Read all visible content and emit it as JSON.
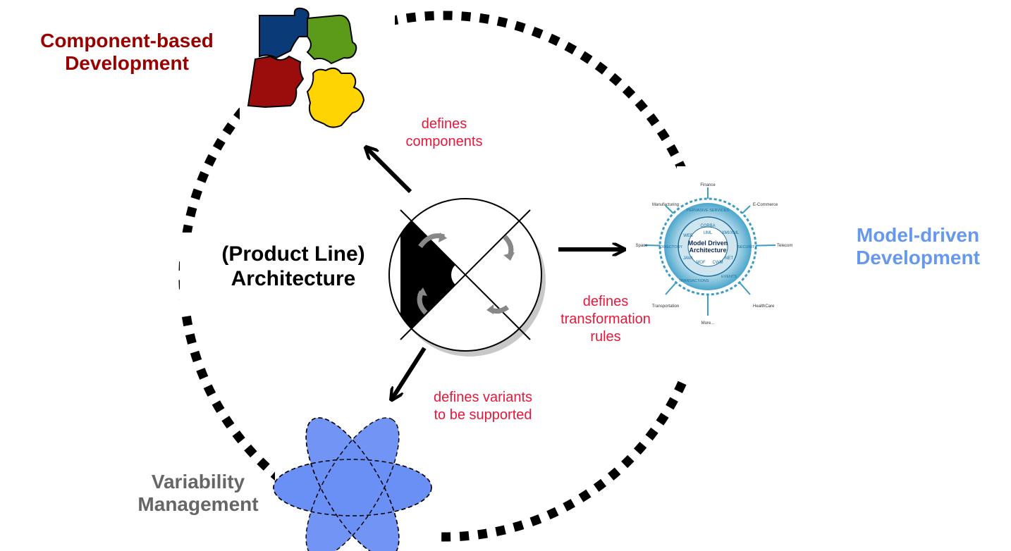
{
  "nodes": {
    "component_based": {
      "line1": "Component-based",
      "line2": "Development"
    },
    "model_driven": {
      "line1": "Model-driven",
      "line2": "Development"
    },
    "variability": {
      "line1": "Variability",
      "line2": "Management"
    },
    "architecture": {
      "line1": "(Product Line)",
      "line2": "Architecture"
    }
  },
  "relations": {
    "components": {
      "line1": "defines",
      "line2": "components"
    },
    "transformation": {
      "line1": "defines",
      "line2": "transformation",
      "line3": "rules"
    },
    "variants": {
      "line1": "defines variants",
      "line2": "to be supported"
    }
  },
  "mda_logo": {
    "center_line1": "Model Driven",
    "center_line2": "Architecture",
    "inner_terms": [
      "UML",
      "CORBA",
      "XMI/XML",
      "CWM",
      "MOF",
      "JAVA",
      "WEB",
      "NET"
    ],
    "ring_terms": [
      "PERVASIVE SERVICES",
      "SECURITY",
      "EVENTS",
      "TRANSACTIONS",
      "DIRECTORY"
    ],
    "spokes": [
      "Finance",
      "E-Commerce",
      "Telecom",
      "HealthCare",
      "More...",
      "Transportation",
      "Space",
      "Manufacturing"
    ]
  },
  "colors": {
    "component_label": "#9b0000",
    "model_label": "#6699ee",
    "variability_label": "#666666",
    "relation_text": "#e8173a",
    "puzzle_blue": "#0b3a78",
    "puzzle_green": "#5c9a1a",
    "puzzle_red": "#9b0d0d",
    "puzzle_yellow": "#ffd400",
    "atom_fill": "#6a8ff5",
    "mda_ring": "#3b9cc4"
  }
}
